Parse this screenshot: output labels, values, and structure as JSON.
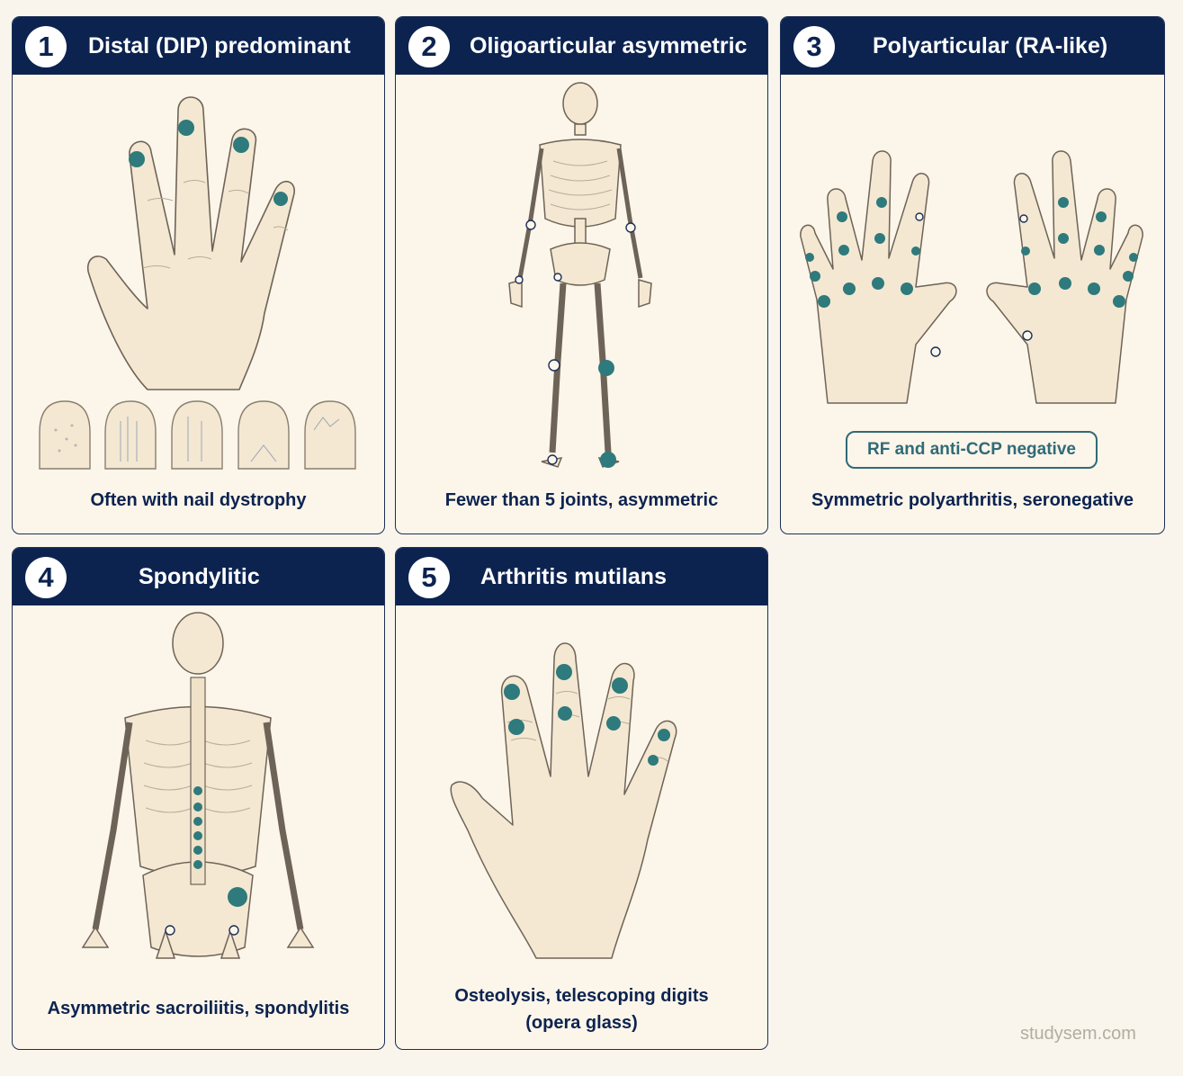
{
  "colors": {
    "header_bg": "#0c2350",
    "card_bg": "#fcf5e9",
    "joint_marker": "#2e7a7c",
    "caption_text": "#0c2350",
    "pill_border": "#2f6b78"
  },
  "cards": [
    {
      "number": "1",
      "title": "Distal (DIP) predominant",
      "caption": "Often with nail dystrophy",
      "illustration": "hand-dip-joints-and-nails"
    },
    {
      "number": "2",
      "title": "Oligoarticular asymmetric",
      "caption": "Fewer than 5 joints, asymmetric",
      "illustration": "full-skeleton"
    },
    {
      "number": "3",
      "title": "Polyarticular (RA-like)",
      "caption": "Symmetric polyarthritis, seronegative",
      "badge_text": "RF and anti-CCP negative",
      "illustration": "two-hands"
    },
    {
      "number": "4",
      "title": "Spondylitic",
      "caption": "Asymmetric sacroiliitis, spondylitis",
      "illustration": "spine-and-pelvis"
    },
    {
      "number": "5",
      "title": "Arthritis mutilans",
      "caption_line1": "Osteolysis, telescoping digits",
      "caption_line2": "(opera glass)",
      "illustration": "hand-telescoping-digits"
    }
  ],
  "watermark": "studysem.com"
}
